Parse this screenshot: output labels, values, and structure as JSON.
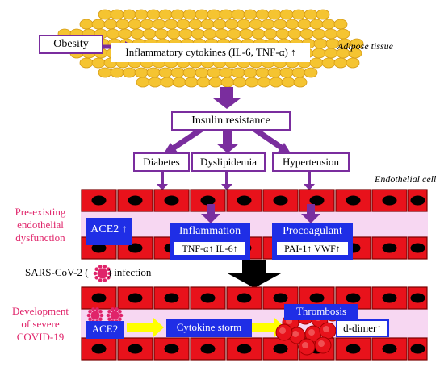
{
  "labels": {
    "obesity": "Obesity",
    "cytokines": "Inflammatory cytokines (IL-6, TNF-α)",
    "adipose": "Adipose tissue",
    "insulin": "Insulin resistance",
    "diabetes": "Diabetes",
    "dyslipidemia": "Dyslipidemia",
    "hypertension": "Hypertension",
    "endothelial": "Endothelial cell",
    "preexisting": [
      "Pre-existing",
      "endothelial",
      "dysfunction"
    ],
    "ace2_top": "ACE2",
    "inflammation": "Inflammation",
    "tnf": "TNF-α",
    "il6": "IL-6",
    "procoagulant": "Procoagulant",
    "pai": "PAI-1",
    "vwf": "VWF",
    "sars_a": "SARS-CoV-2 (",
    "sars_b": ") infection",
    "development": [
      "Development",
      "of severe",
      "COVID-19"
    ],
    "ace2_bottom": "ACE2",
    "cytokine_storm": "Cytokine storm",
    "thrombosis": "Thrombosis",
    "ddimer": "d-dimer"
  },
  "colors": {
    "purple": "#7a2d9e",
    "blue": "#1f2ee6",
    "red": "#e8121b",
    "fat": "#f5c431",
    "pink": "#e0246a",
    "membrane": "#f7d7f2",
    "yellow_arrow": "#ffff00"
  },
  "icons": [
    "up-arrow-icon",
    "virus-icon",
    "black-down-arrow-icon",
    "rbc-cluster-icon"
  ]
}
